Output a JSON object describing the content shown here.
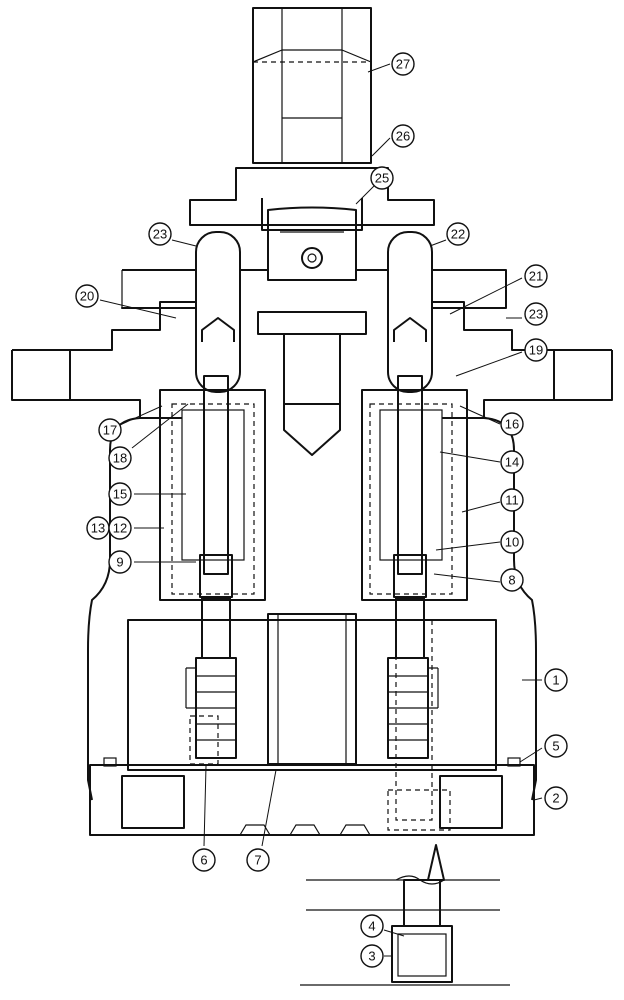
{
  "callouts": [
    {
      "id": "c1",
      "label": "1"
    },
    {
      "id": "c2",
      "label": "2"
    },
    {
      "id": "c3",
      "label": "3"
    },
    {
      "id": "c4",
      "label": "4"
    },
    {
      "id": "c5",
      "label": "5"
    },
    {
      "id": "c6",
      "label": "6"
    },
    {
      "id": "c7",
      "label": "7"
    },
    {
      "id": "c8",
      "label": "8"
    },
    {
      "id": "c9",
      "label": "9"
    },
    {
      "id": "c10",
      "label": "10"
    },
    {
      "id": "c11",
      "label": "11"
    },
    {
      "id": "c12",
      "label": "12"
    },
    {
      "id": "c13",
      "label": "13"
    },
    {
      "id": "c14",
      "label": "14"
    },
    {
      "id": "c15",
      "label": "15"
    },
    {
      "id": "c16",
      "label": "16"
    },
    {
      "id": "c17",
      "label": "17"
    },
    {
      "id": "c18",
      "label": "18"
    },
    {
      "id": "c19",
      "label": "19"
    },
    {
      "id": "c20",
      "label": "20"
    },
    {
      "id": "c21",
      "label": "21"
    },
    {
      "id": "c22",
      "label": "22"
    },
    {
      "id": "c23a",
      "label": "23"
    },
    {
      "id": "c23b",
      "label": "23"
    },
    {
      "id": "c25",
      "label": "25"
    },
    {
      "id": "c26",
      "label": "26"
    },
    {
      "id": "c27",
      "label": "27"
    }
  ]
}
